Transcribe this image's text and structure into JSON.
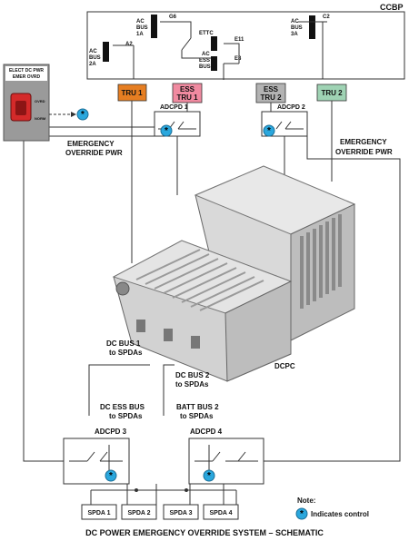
{
  "ccbp": {
    "title": "CCBP",
    "relays": [
      "G6",
      "E11",
      "E8",
      "A2",
      "C2",
      "ETTC"
    ],
    "buses": {
      "ac_bus_1a": [
        "AC",
        "BUS",
        "1A"
      ],
      "ac_bus_2a": [
        "AC",
        "BUS",
        "2A"
      ],
      "ac_ess_bus": [
        "AC",
        "ESS",
        "BUS"
      ],
      "ac_bus_3a": [
        "AC",
        "BUS",
        "3A"
      ]
    }
  },
  "trus": [
    {
      "lines": [
        "TRU 1"
      ],
      "color": "#e67e22"
    },
    {
      "lines": [
        "ESS",
        "TRU 1"
      ],
      "color": "#f08aa0"
    },
    {
      "lines": [
        "ESS",
        "TRU 2"
      ],
      "color": "#b3b3b3"
    },
    {
      "lines": [
        "TRU 2"
      ],
      "color": "#9fd3b4"
    }
  ],
  "adcpd": {
    "a1": "ADCPD 1",
    "a2": "ADCPD 2",
    "a3": "ADCPD 3",
    "a4": "ADCPD 4"
  },
  "emergency_override": [
    "EMERGENCY",
    "OVERRIDE PWR"
  ],
  "panel": {
    "line1": "ELECT DC PWR",
    "line2": "EMER OVRD",
    "ovrd": "OVRD",
    "norm": "NORM"
  },
  "labels": {
    "dc_bus1": [
      "DC BUS 1",
      "to SPDAs"
    ],
    "dc_bus2": [
      "DC BUS 2",
      "to SPDAs"
    ],
    "dc_ess": [
      "DC ESS BUS",
      "to SPDAs"
    ],
    "batt_bus2": [
      "BATT BUS 2",
      "to SPDAs"
    ],
    "dcpc": "DCPC"
  },
  "spdas": [
    "SPDA 1",
    "SPDA 2",
    "SPDA 3",
    "SPDA 4"
  ],
  "note": {
    "title": "Note:",
    "text": "Indicates control",
    "symbol": "*"
  },
  "caption": "DC POWER EMERGENCY OVERRIDE SYSTEM – SCHEMATIC",
  "colors": {
    "control": "#2aa7dd",
    "switch_red": "#d42a2a",
    "line": "#333333"
  }
}
